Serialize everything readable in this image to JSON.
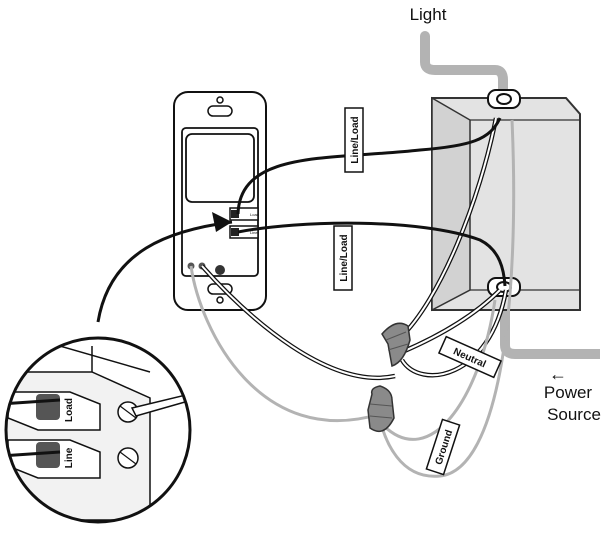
{
  "labels": {
    "light": "Light",
    "power_source_arrow": "←",
    "power_source_line1": "Power",
    "power_source_line2": "Source",
    "line_load_upper": "Line/Load",
    "line_load_lower": "Line/Load",
    "neutral": "Neutral",
    "ground": "Ground",
    "terminal_load": "Load",
    "terminal_line": "Line",
    "switch_load_small": "Load",
    "switch_line_small": "Line"
  },
  "colors": {
    "wire_black": "#111111",
    "wire_gray": "#b3b3b3",
    "box_fill": "#e3e3e3",
    "box_side": "#cfcfcf",
    "nut_fill": "#8a8a8a"
  }
}
